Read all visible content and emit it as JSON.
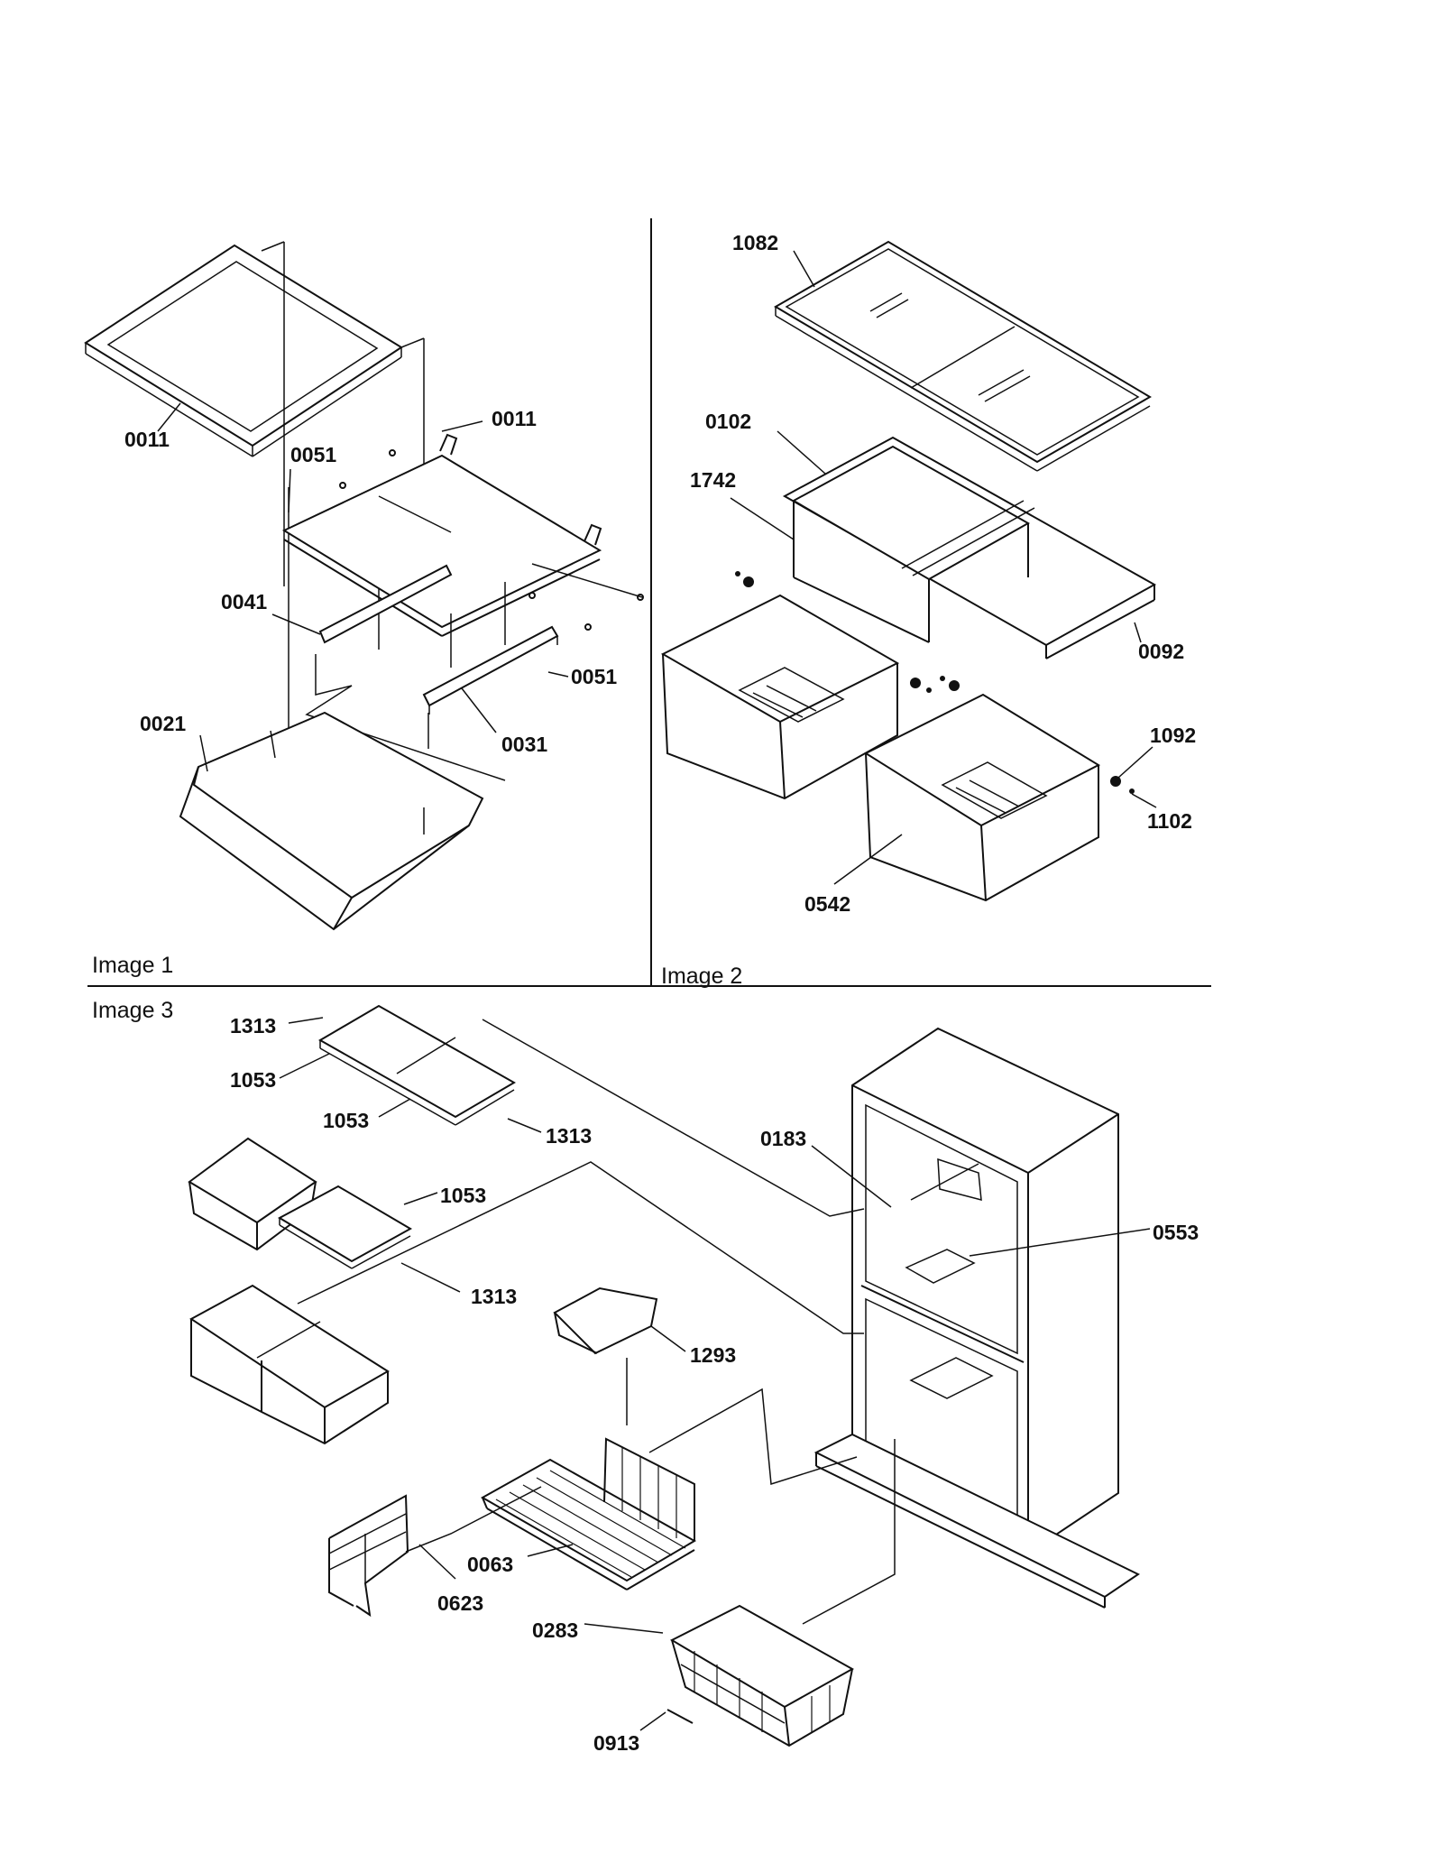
{
  "panels": {
    "image1": "Image 1",
    "image2": "Image 2",
    "image3": "Image 3"
  },
  "labels": {
    "i1_0011_a": "0011",
    "i1_0011_b": "0011",
    "i1_0051_a": "0051",
    "i1_0051_b": "0051",
    "i1_0041": "0041",
    "i1_0021": "0021",
    "i1_0031": "0031",
    "i2_1082": "1082",
    "i2_0102": "0102",
    "i2_1742": "1742",
    "i2_0092": "0092",
    "i2_1092": "1092",
    "i2_1102": "1102",
    "i2_0542": "0542",
    "i3_1313_a": "1313",
    "i3_1313_b": "1313",
    "i3_1313_c": "1313",
    "i3_1053_a": "1053",
    "i3_1053_b": "1053",
    "i3_1053_c": "1053",
    "i3_0183": "0183",
    "i3_0553": "0553",
    "i3_1293": "1293",
    "i3_0063": "0063",
    "i3_0623": "0623",
    "i3_0283": "0283",
    "i3_0913": "0913"
  }
}
